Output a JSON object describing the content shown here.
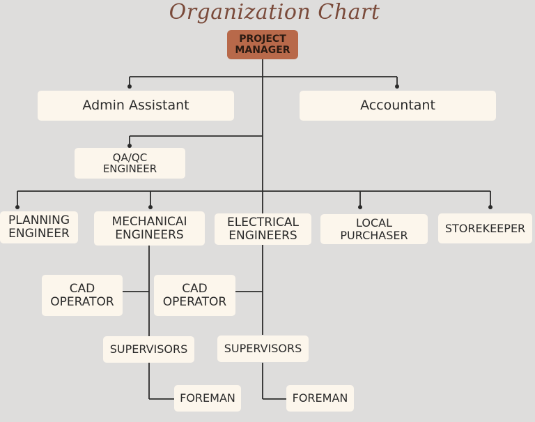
{
  "title": "Organization Chart",
  "colors": {
    "background": "#dedddc",
    "node": "#fcf6ec",
    "root": "#b8694a",
    "line": "#2b2b2b",
    "title": "#7a4a3a"
  },
  "nodes": {
    "project_manager": "PROJECT\nMANAGER",
    "admin_assistant": "Admin Assistant",
    "accountant": "Accountant",
    "qa_qc": "QA/QC\nENGINEER",
    "planning": "PLANNING\nENGINEER",
    "mechanical": "MECHANICAI\nENGINEERS",
    "electrical": "ELECTRICAL\nENGINEERS",
    "local_purchaser": "LOCAL\nPURCHASER",
    "storekeeper": "STOREKEEPER",
    "cad_operator_1": "CAD\nOPERATOR",
    "cad_operator_2": "CAD\nOPERATOR",
    "supervisors_1": "SUPERVISORS",
    "supervisors_2": "SUPERVISORS",
    "foreman_1": "FOREMAN",
    "foreman_2": "FOREMAN"
  }
}
